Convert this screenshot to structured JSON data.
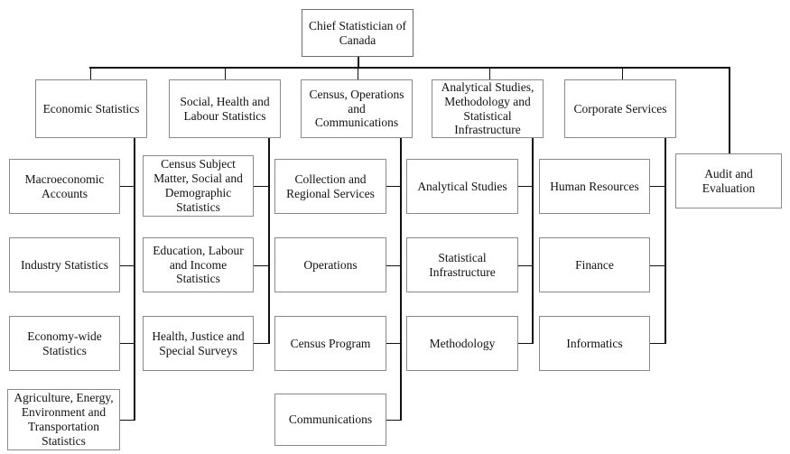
{
  "chart": {
    "type": "organization-chart",
    "title": "Chief Statistician of Canada organizational structure",
    "root": {
      "id": "chief-statistician",
      "label": "Chief Statistician of\nCanada"
    },
    "branches": [
      {
        "id": "economic-statistics",
        "label": "Economic Statistics",
        "children": [
          {
            "id": "macroeconomic-accounts",
            "label": "Macroeconomic\nAccounts"
          },
          {
            "id": "industry-statistics",
            "label": "Industry Statistics"
          },
          {
            "id": "economy-wide-statistics",
            "label": "Economy-wide\nStatistics"
          },
          {
            "id": "agriculture-energy-environment-transportation-statistics",
            "label": "Agriculture, Energy,\nEnvironment and\nTransportation\nStatistics"
          }
        ]
      },
      {
        "id": "social-health-labour-statistics",
        "label": "Social, Health and\nLabour Statistics",
        "children": [
          {
            "id": "census-subject-matter-social-demographic-statistics",
            "label": "Census Subject\nMatter, Social and\nDemographic\nStatistics"
          },
          {
            "id": "education-labour-income-statistics",
            "label": "Education, Labour\nand Income\nStatistics"
          },
          {
            "id": "health-justice-special-surveys",
            "label": "Health, Justice and\nSpecial Surveys"
          }
        ]
      },
      {
        "id": "census-operations-communications",
        "label": "Census, Operations\nand\nCommunications",
        "children": [
          {
            "id": "collection-regional-services",
            "label": "Collection and\nRegional Services"
          },
          {
            "id": "operations",
            "label": "Operations"
          },
          {
            "id": "census-program",
            "label": "Census Program"
          },
          {
            "id": "communications",
            "label": "Communications"
          }
        ]
      },
      {
        "id": "analytical-studies-methodology-statistical-infrastructure",
        "label": "Analytical Studies,\nMethodology and\nStatistical\nInfrastructure",
        "children": [
          {
            "id": "analytical-studies",
            "label": "Analytical Studies"
          },
          {
            "id": "statistical-infrastructure",
            "label": "Statistical\nInfrastructure"
          },
          {
            "id": "methodology",
            "label": "Methodology"
          }
        ]
      },
      {
        "id": "corporate-services",
        "label": "Corporate Services",
        "children": [
          {
            "id": "human-resources",
            "label": "Human Resources"
          },
          {
            "id": "finance",
            "label": "Finance"
          },
          {
            "id": "informatics",
            "label": "Informatics"
          }
        ]
      },
      {
        "id": "audit-evaluation",
        "label": "Audit and\nEvaluation",
        "children": []
      }
    ],
    "colors": {
      "background": "#ffffff",
      "box_border": "#8a8a8a",
      "connector": "#111111",
      "text": "#121212"
    }
  }
}
